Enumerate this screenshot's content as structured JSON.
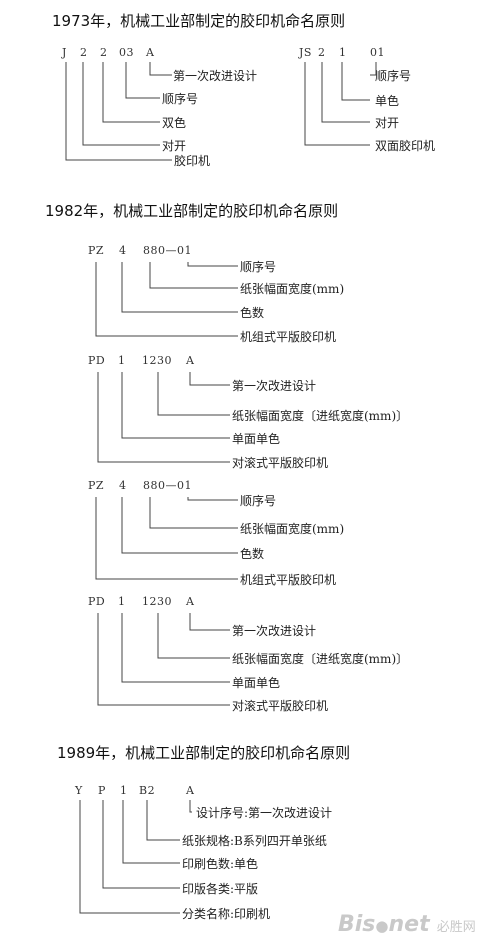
{
  "sections": {
    "s1973": {
      "title": "1973年，机械工业部制定的胶印机命名原则"
    },
    "s1982": {
      "title": "1982年，机械工业部制定的胶印机命名原则"
    },
    "s1989": {
      "title": "1989年，机械工业部制定的胶印机命名原则"
    }
  },
  "d1": {
    "codes": [
      "J",
      "2",
      "2",
      "03",
      "A"
    ],
    "labels": [
      "第一次改进设计",
      "顺序号",
      "双色",
      "对开",
      "胶印机"
    ]
  },
  "d2": {
    "codes": [
      "JS",
      "2",
      "1",
      "01"
    ],
    "labels": [
      "顺序号",
      "单色",
      "对开",
      "双面胶印机"
    ]
  },
  "d3": {
    "codes": [
      "PZ",
      "4",
      "880—01"
    ],
    "labels": [
      "顺序号",
      "纸张幅面宽度(mm)",
      "色数",
      "机组式平版胶印机"
    ]
  },
  "d4": {
    "codes": [
      "PD",
      "1",
      "1230",
      "A"
    ],
    "labels": [
      "第一次改进设计",
      "纸张幅面宽度〔进纸宽度(mm)〕",
      "单面单色",
      "对滚式平版胶印机"
    ]
  },
  "d5": {
    "codes": [
      "PZ",
      "4",
      "880—01"
    ],
    "labels": [
      "顺序号",
      "纸张幅面宽度(mm)",
      "色数",
      "机组式平版胶印机"
    ]
  },
  "d6": {
    "codes": [
      "PD",
      "1",
      "1230",
      "A"
    ],
    "labels": [
      "第一次改进设计",
      "纸张幅面宽度〔进纸宽度(mm)〕",
      "单面单色",
      "对滚式平版胶印机"
    ]
  },
  "d7": {
    "codes": [
      "Y",
      "P",
      "1",
      "B2",
      "A"
    ],
    "labels": [
      "设计序号:第一次改进设计",
      "纸张规格:B系列四开单张纸",
      "印刷色数:单色",
      "印版各类:平版",
      "分类名称:印刷机"
    ]
  },
  "watermark": {
    "text": "Bisenet",
    "cn": "必胜网"
  }
}
